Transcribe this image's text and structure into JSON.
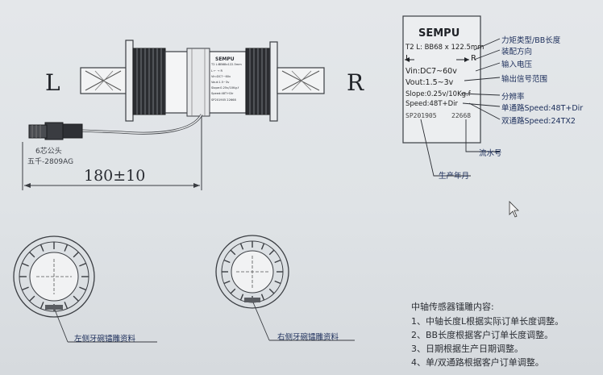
{
  "left_drawing": {
    "side_left_label": "L",
    "side_right_label": "R",
    "connector_label_1": "6芯公头",
    "connector_label_2": "五千-2809AG",
    "dimension": "180±10",
    "sensor_label_brand": "SEMPU",
    "sensor_label_lines": [
      "T2 L:BB68x122.5mm",
      "L ← → R",
      "Vin:DC7~60v",
      "Vout:1.5~3v",
      "Slope:0.25v/10Kg.f",
      "Speed:48T+Dir",
      "SP201905  22668"
    ]
  },
  "label_panel": {
    "brand": "SEMPU",
    "line1": "T2 L: BB68 x 122.5mm",
    "dir_left": "L",
    "dir_right": "R",
    "vin": "Vin:DC7~60v",
    "vout": "Vout:1.5~3v",
    "slope": "Slope:0.25v/10Kg.f",
    "speed": "Speed:48T+Dir",
    "serial_left": "SP201905",
    "serial_right": "22668"
  },
  "callouts": {
    "type_length": "力矩类型/BB长度",
    "install_dir": "装配方向",
    "input_voltage": "输入电压",
    "output_range": "输出信号范围",
    "resolution": "分辨率",
    "single_channel": "单通路Speed:48T+Dir",
    "dual_channel": "双通路Speed:24TX2",
    "serial_no": "流水号",
    "prod_date": "生产年月"
  },
  "rings": {
    "left_caption": "左侧牙碗镭雕资料",
    "right_caption": "右侧牙碗镭雕资料"
  },
  "notes": {
    "title": "中轴传感器镭雕内容:",
    "items": [
      "1、中轴长度L根据实际订单长度调整。",
      "2、BB长度根据客户订单长度调整。",
      "3、日期根据生产日期调整。",
      "4、单/双通路根据客户订单调整。"
    ]
  },
  "colors": {
    "ink": "#2a2d33",
    "annotation_blue": "#1b2d5a",
    "paper": "#e2e5e8"
  }
}
